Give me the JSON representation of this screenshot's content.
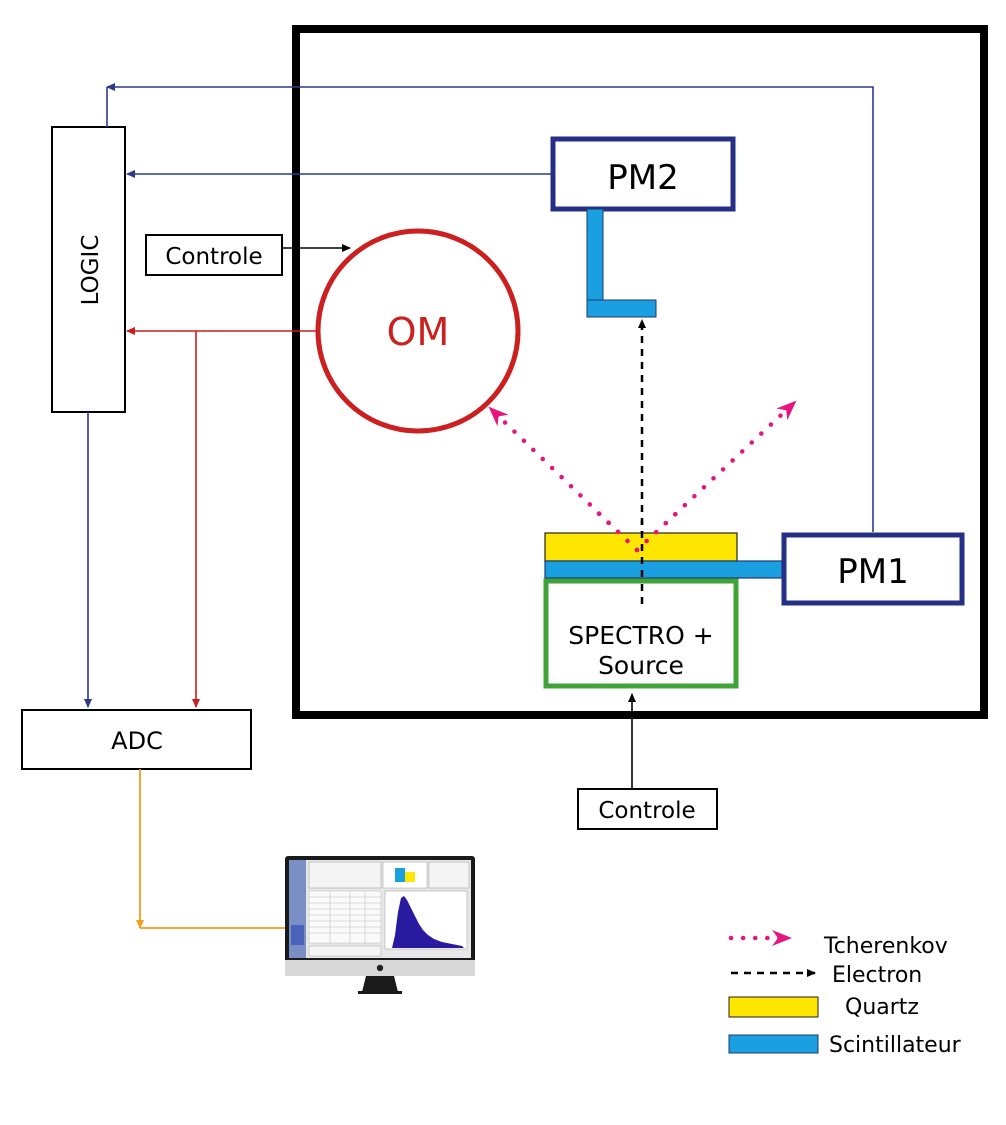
{
  "labels": {
    "logic": "LOGIC",
    "controle_top": "Controle",
    "controle_bottom": "Controle",
    "om": "OM",
    "pm2": "PM2",
    "pm1": "PM1",
    "spectro_line1": "SPECTRO +",
    "spectro_line2": "Source",
    "adc": "ADC"
  },
  "legend": {
    "tcherenkov": "Tcherenkov",
    "electron": "Electron",
    "quartz": "Quartz",
    "scintillateur": "Scintillateur"
  },
  "colors": {
    "logic_lines": "#2b3a8c",
    "om_red": "#cc1f1f",
    "pm_border": "#262f86",
    "scintillator": "#1aa0e0",
    "quartz": "#ffe600",
    "spectro_green": "#3fa33a",
    "tcherenkov_pink": "#e6157e",
    "adc_to_pc": "#f39c1e",
    "enclosure": "#000000"
  },
  "icons": {
    "computer": "imac-monitor-icon",
    "apple": "apple-logo-icon"
  }
}
